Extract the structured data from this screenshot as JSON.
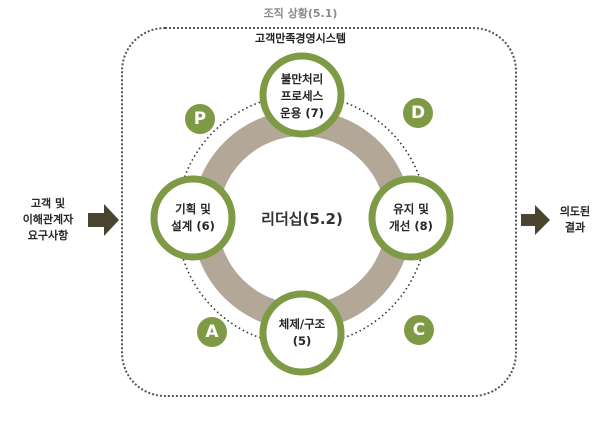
{
  "context_title": "조직 상황(5.1)",
  "system_title": "고객만족경영시스템",
  "center": "리더십(5.2)",
  "nodes": {
    "top": {
      "line1": "불만처리",
      "line2": "프로세스",
      "line3": "운용 (7)"
    },
    "left": {
      "line1": "기획 및",
      "line2": "설계 (6)"
    },
    "right": {
      "line1": "유지 및",
      "line2": "개선 (8)"
    },
    "bottom": {
      "line1": "체제/구조",
      "line2": "(5)"
    }
  },
  "pdca": {
    "p": "P",
    "d": "D",
    "c": "C",
    "a": "A"
  },
  "input": {
    "line1": "고객 및",
    "line2": "이해관계자",
    "line3": "요구사항"
  },
  "output": {
    "line1": "의도된",
    "line2": "결과"
  },
  "colors": {
    "green": "#7f9a45",
    "ring": "#b3a898",
    "arrow": "#4a4530"
  }
}
